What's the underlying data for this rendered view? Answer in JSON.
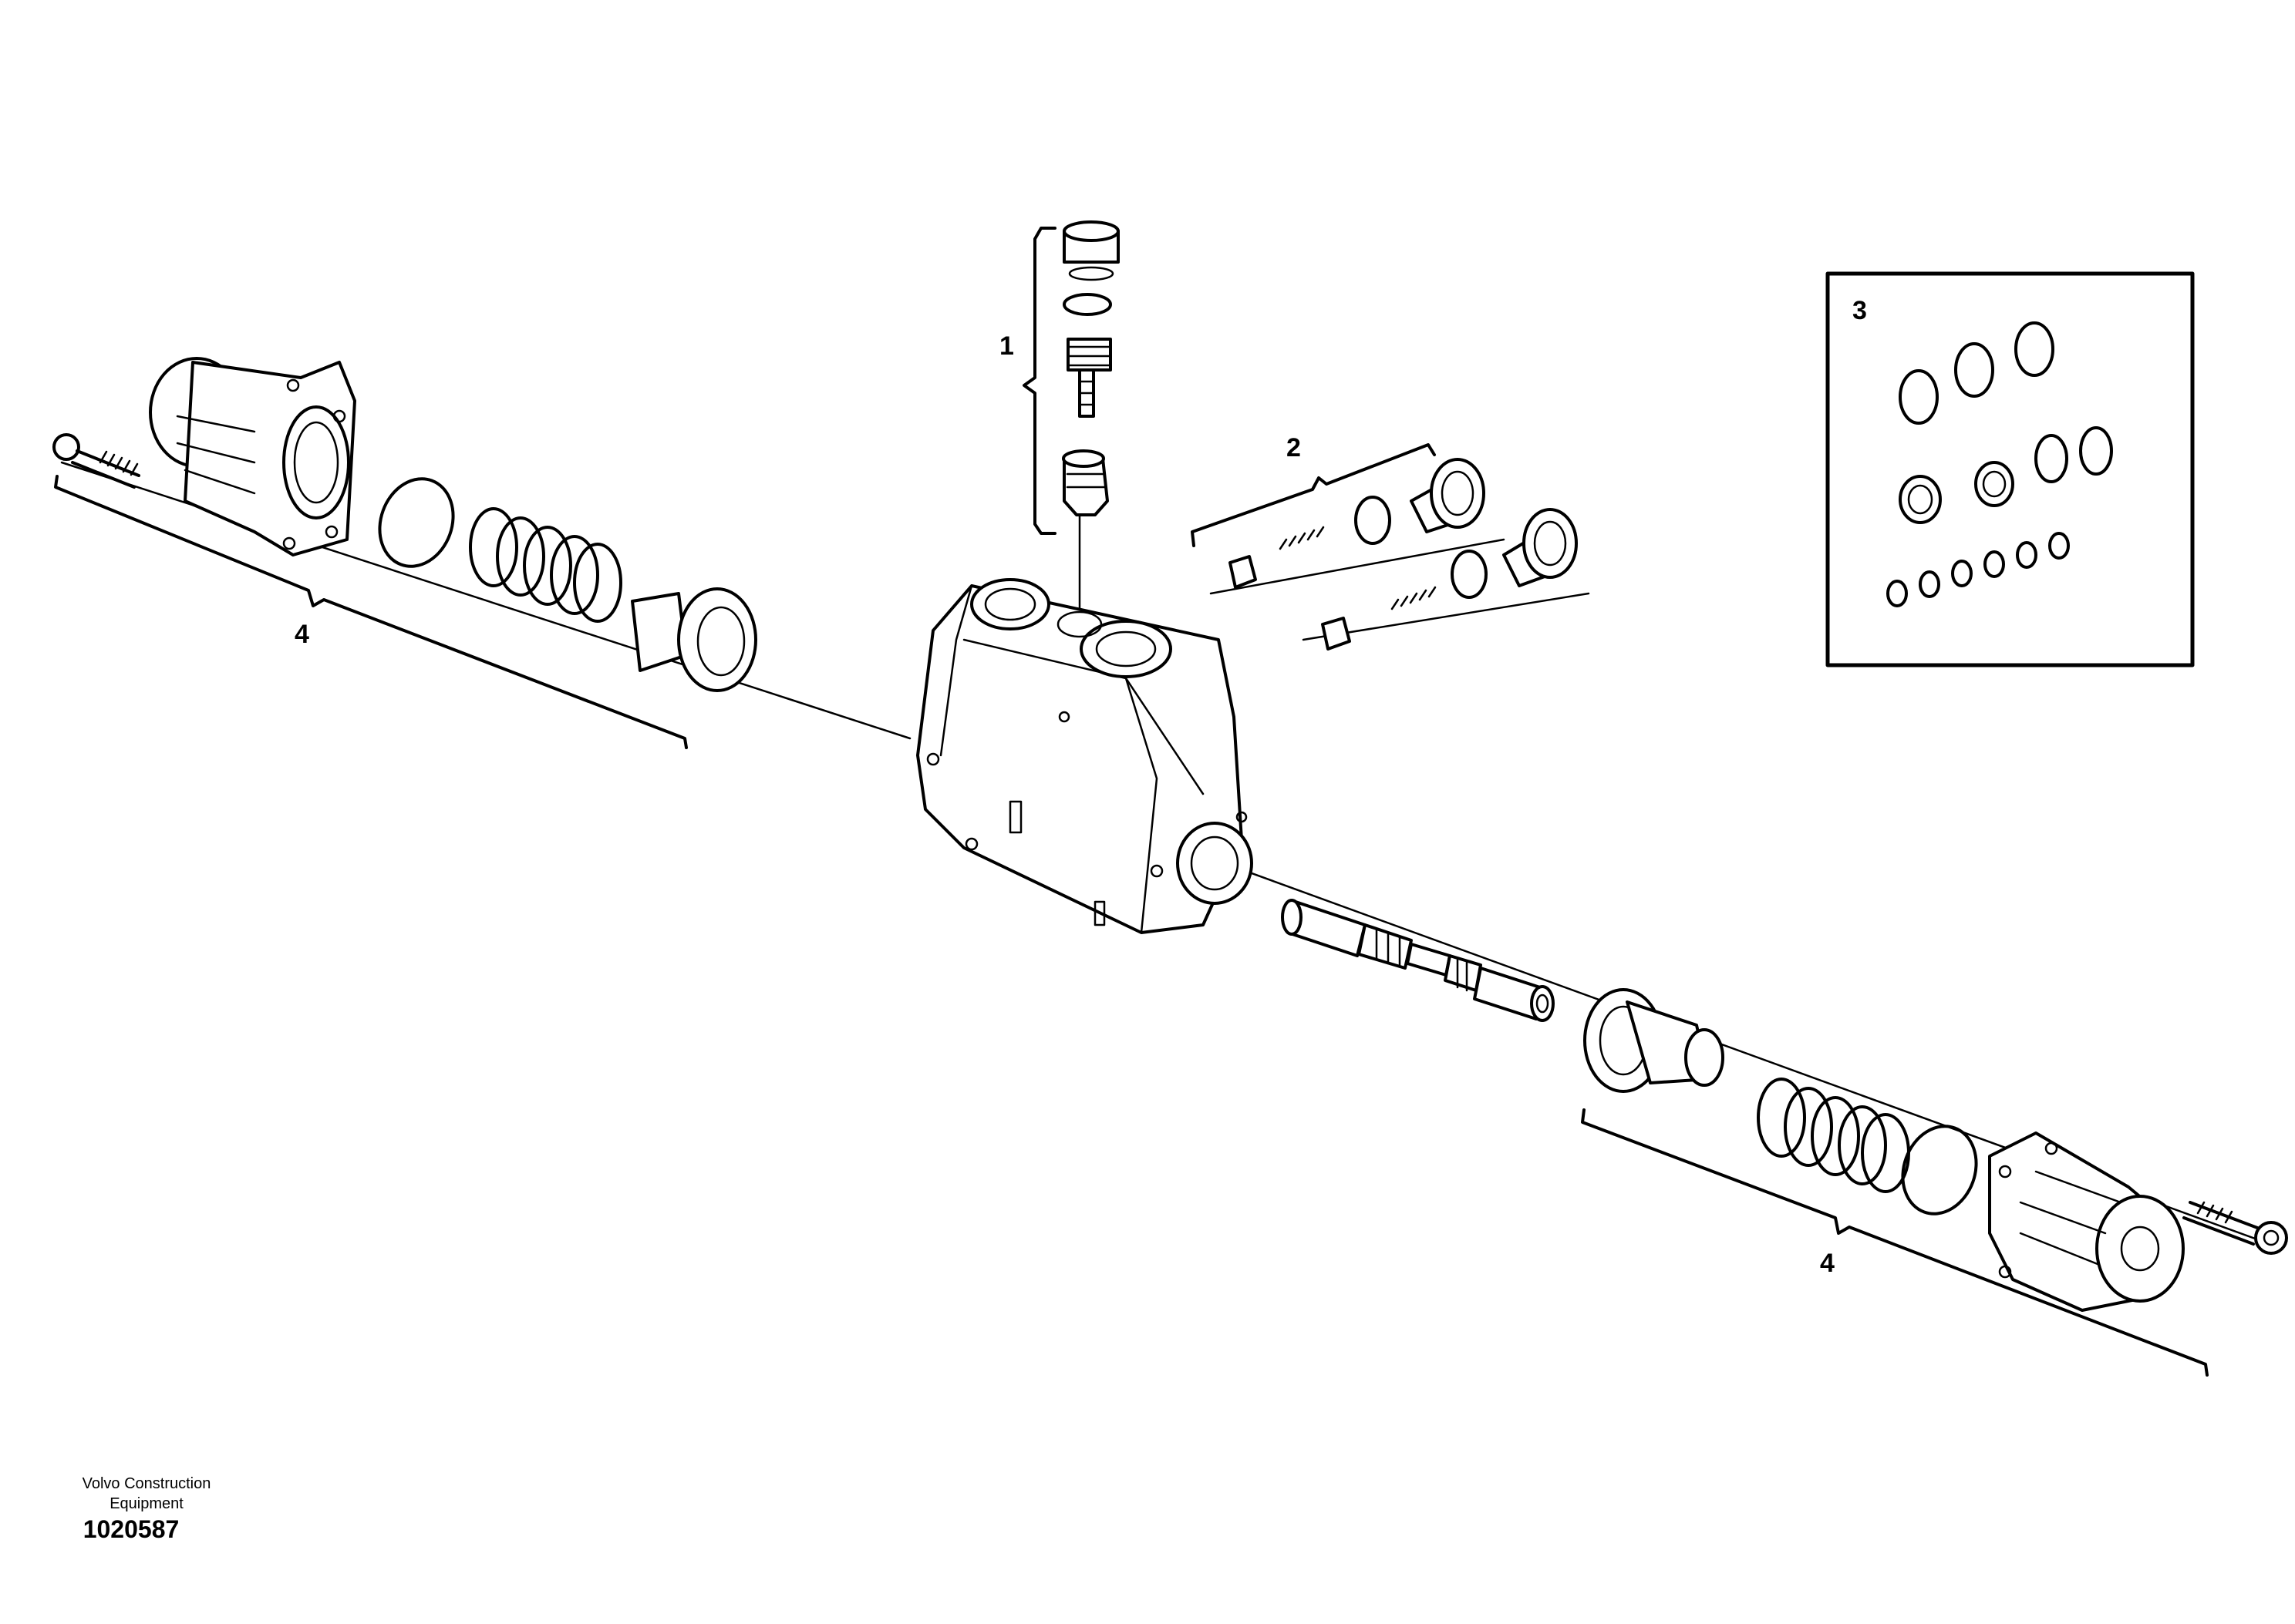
{
  "callouts": {
    "c1": "1",
    "c2": "2",
    "c3": "3",
    "c4_left": "4",
    "c4_right": "4"
  },
  "footer": {
    "brand_line1": "Volvo Construction",
    "brand_line2": "Equipment",
    "drawing_number": "1020587"
  }
}
